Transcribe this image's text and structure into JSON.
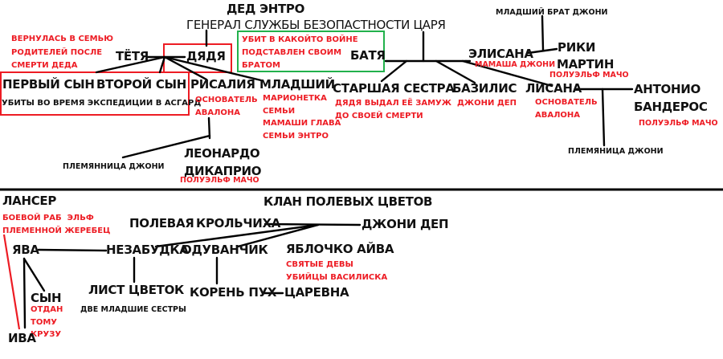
{
  "colors": {
    "line": "#000000",
    "note": "#ed1c24",
    "box_red": "#ed1c24",
    "box_green": "#22b14c",
    "text": "#111111"
  },
  "top_clan": {
    "grandfather": {
      "name": "ДЕД ЭНТРО",
      "title": "ГЕНЕРАЛ СЛУЖБЫ БЕЗОПАСТНОСТИ ЦАРЯ"
    },
    "aunt": {
      "name": "ТЁТЯ",
      "note": [
        "ВЕРНУЛАСЬ В СЕМЬЮ",
        "РОДИТЕЛЕЙ ПОСЛЕ",
        "СМЕРТИ ДЕДА"
      ]
    },
    "uncle": {
      "name": "ДЯДЯ"
    },
    "father": {
      "name": "БАТЯ",
      "note": [
        "УБИТ В КАКОЙТО ВОЙНЕ",
        "ПОДСТАВЛЕН СВОИМ",
        "БРАТОМ"
      ]
    },
    "uncle_children": {
      "first_son": "ПЕРВЫЙ СЫН",
      "second_son": "ВТОРОЙ СЫН",
      "sons_note": "УБИТЫ ВО ВРЕМЯ ЭКСПЕДИЦИИ В АСГАРД",
      "risalia": {
        "name": "РИСАЛИЯ",
        "note": [
          "ОСНОВАТЕЛЬ",
          "АВАЛОНА"
        ]
      },
      "youngest": {
        "name": "МЛАДШИЙ",
        "note": [
          "МАРИОНЕТКА",
          "СЕМЬИ",
          "МАМАШИ ГЛАВА",
          "СЕМЬИ ЭНТРО"
        ]
      }
    },
    "risalia_family": {
      "partner": {
        "name_line1": "ЛЕОНАРДО",
        "name_line2": "ДИКАПРИО",
        "note": "ПОЛУЭЛЬФ МАЧО"
      },
      "child": "ПЛЕМЯННИЦА ДЖОНИ"
    },
    "father_children": {
      "elder_sister": {
        "name": "СТАРШАЯ СЕСТРА",
        "note": [
          "ДЯДЯ ВЫДАЛ ЕЁ ЗАМУЖ",
          "ДО СВОЕЙ СМЕРТИ"
        ]
      },
      "bazilis": {
        "name": "БАЗИЛИС",
        "note": "ДЖОНИ ДЕП"
      },
      "lisana": {
        "name": "ЛИСАНА",
        "note": [
          "ОСНОВАТЕЛЬ",
          "АВАЛОНА"
        ]
      },
      "elisana": {
        "name": "ЭЛИСАНА",
        "note": "МАМАША ДЖОНИ"
      }
    },
    "elisana_family": {
      "partner": {
        "name_line1": "РИКИ",
        "name_line2": "МАРТИН",
        "note": "ПОЛУЭЛЬФ МАЧО"
      },
      "child": "МЛАДШИЙ БРАТ ДЖОНИ"
    },
    "lisana_family": {
      "partner": {
        "name_line1": "АНТОНИО",
        "name_line2": "БАНДЕРОС",
        "note": "ПОЛУЭЛЬФ МАЧО"
      },
      "child": "ПЛЕМЯНИЦА ДЖОНИ"
    }
  },
  "bottom_clan": {
    "title": "КЛАН ПОЛЕВЫХ ЦВЕТОВ",
    "lancer": {
      "name": "ЛАНСЕР",
      "note": [
        "БОЕВОЙ РАБ  ЭЛЬФ",
        "ПЛЕМЕННОЙ ЖЕРЕБЕЦ"
      ]
    },
    "polevaya": "ПОЛЕВАЯ",
    "krolchikha": "КРОЛЬЧИХА",
    "johnny": "ДЖОНИ ДЕП",
    "nezabudka": "НЕЗАБУДКА",
    "oduvanchik": "ОДУВАНЧИК",
    "yablochko": {
      "name": "ЯБЛОЧКО АЙВА",
      "note": [
        "СВЯТЫЕ ДЕВЫ",
        "УБИЙЦЫ ВАСИЛИСКА"
      ]
    },
    "yava": "ЯВА",
    "son": {
      "name": "СЫН",
      "note": [
        "ОТДАН",
        "ТОМУ",
        "КРУЗУ"
      ]
    },
    "iva": "ИВА",
    "list_cvetok": {
      "name": "ЛИСТ ЦВЕТОК",
      "note": "ДВЕ МЛАДШИЕ СЕСТРЫ"
    },
    "koren_pukh": "КОРЕНЬ ПУХ",
    "tsarevna": "ЦАРЕВНА"
  }
}
